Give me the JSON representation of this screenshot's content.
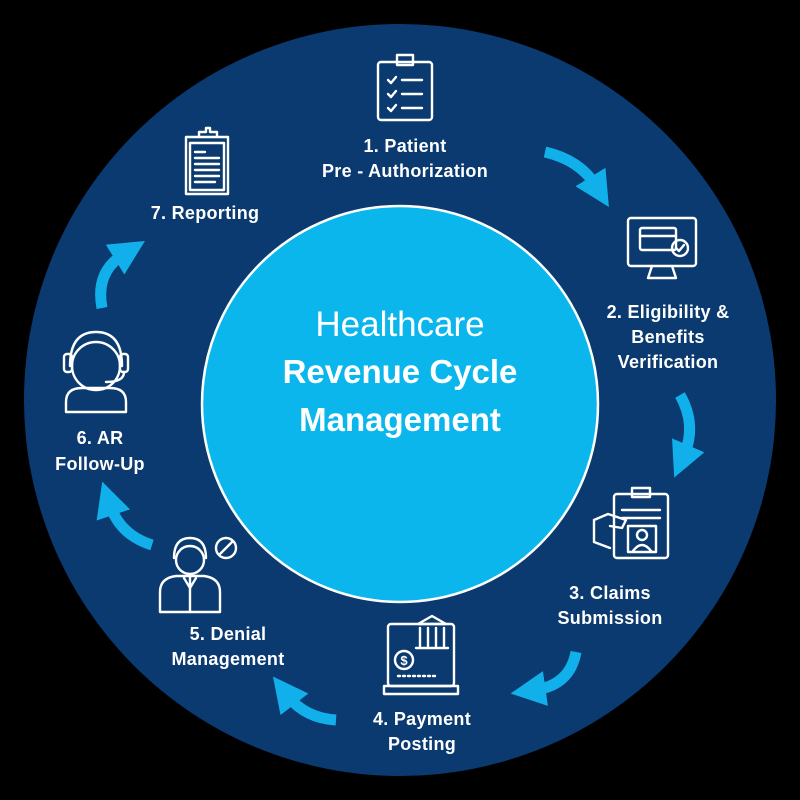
{
  "title": {
    "line1": "Healthcare",
    "line2": "Revenue Cycle",
    "line3": "Management"
  },
  "steps": [
    {
      "icon": "clipboard-checklist-icon",
      "lines": [
        "1. Patient",
        "Pre - Authorization"
      ]
    },
    {
      "icon": "monitor-card-check-icon",
      "lines": [
        "2. Eligibility &",
        "Benefits",
        "Verification"
      ]
    },
    {
      "icon": "hand-id-card-icon",
      "lines": [
        "3. Claims",
        "Submission"
      ]
    },
    {
      "icon": "payment-terminal-icon",
      "lines": [
        "4. Payment",
        "Posting"
      ]
    },
    {
      "icon": "agent-denied-icon",
      "lines": [
        "5. Denial",
        "Management"
      ]
    },
    {
      "icon": "headset-agent-icon",
      "lines": [
        "6. AR",
        "Follow-Up"
      ]
    },
    {
      "icon": "clipboard-report-icon",
      "lines": [
        "7. Reporting"
      ]
    }
  ],
  "colors": {
    "outer": "#0b3a70",
    "inner": "#0bb6ec",
    "arrow": "#12b0ea"
  }
}
